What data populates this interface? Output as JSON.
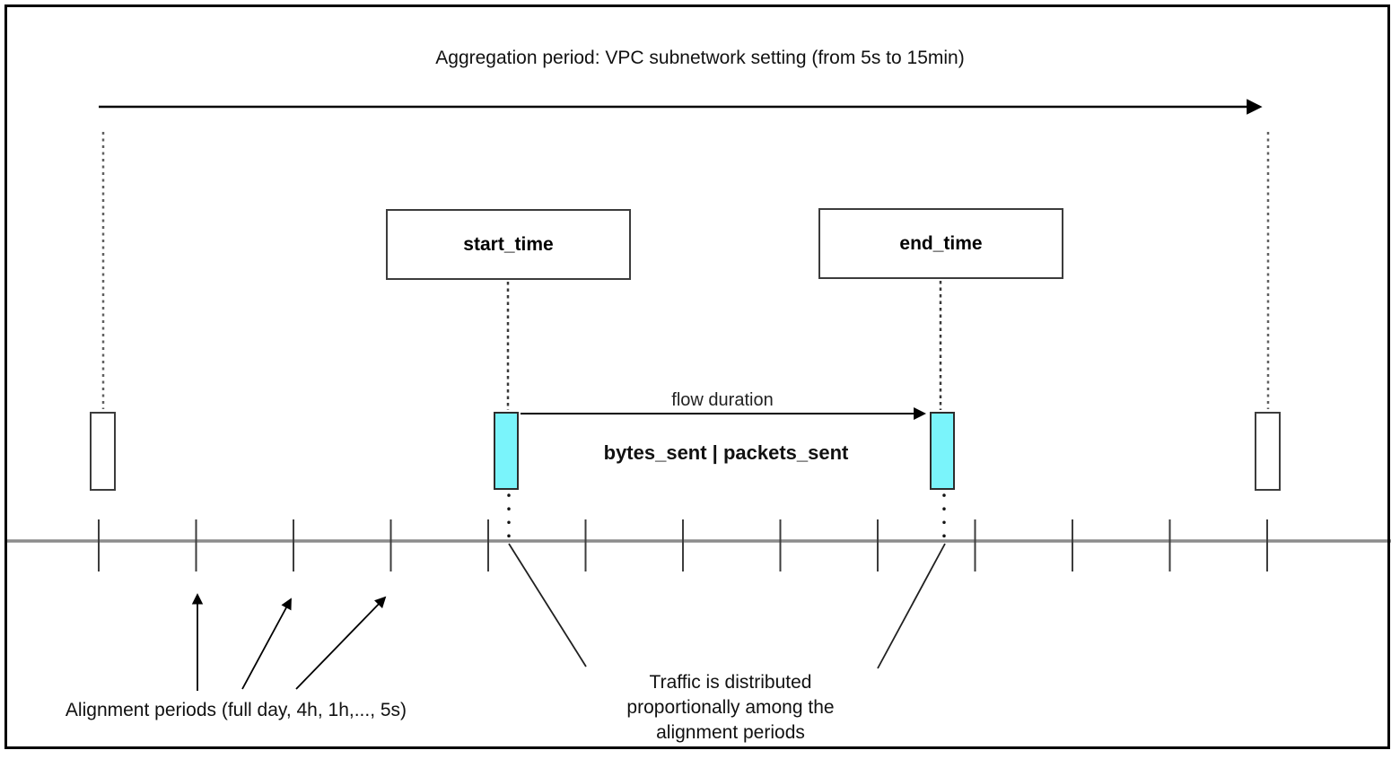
{
  "colors": {
    "ink": "#000000",
    "cyan-fill": "#7af4fb",
    "timeline-gray": "#8c8c8c",
    "dash-gray": "#606060",
    "box-border": "#3c3c3c"
  },
  "title": "Aggregation period: VPC subnetwork setting (from 5s to 15min)",
  "boxes": {
    "start_label": "start_time",
    "end_label": "end_time"
  },
  "flow": {
    "duration_label": "flow duration",
    "metrics_label": "bytes_sent | packets_sent"
  },
  "annotations": {
    "alignment_periods": "Alignment periods (full day, 4h, 1h,..., 5s)",
    "traffic_distribution": "Traffic is distributed\nproportionally among the\nalignment periods"
  },
  "timeline": {
    "tick_count": 13
  }
}
